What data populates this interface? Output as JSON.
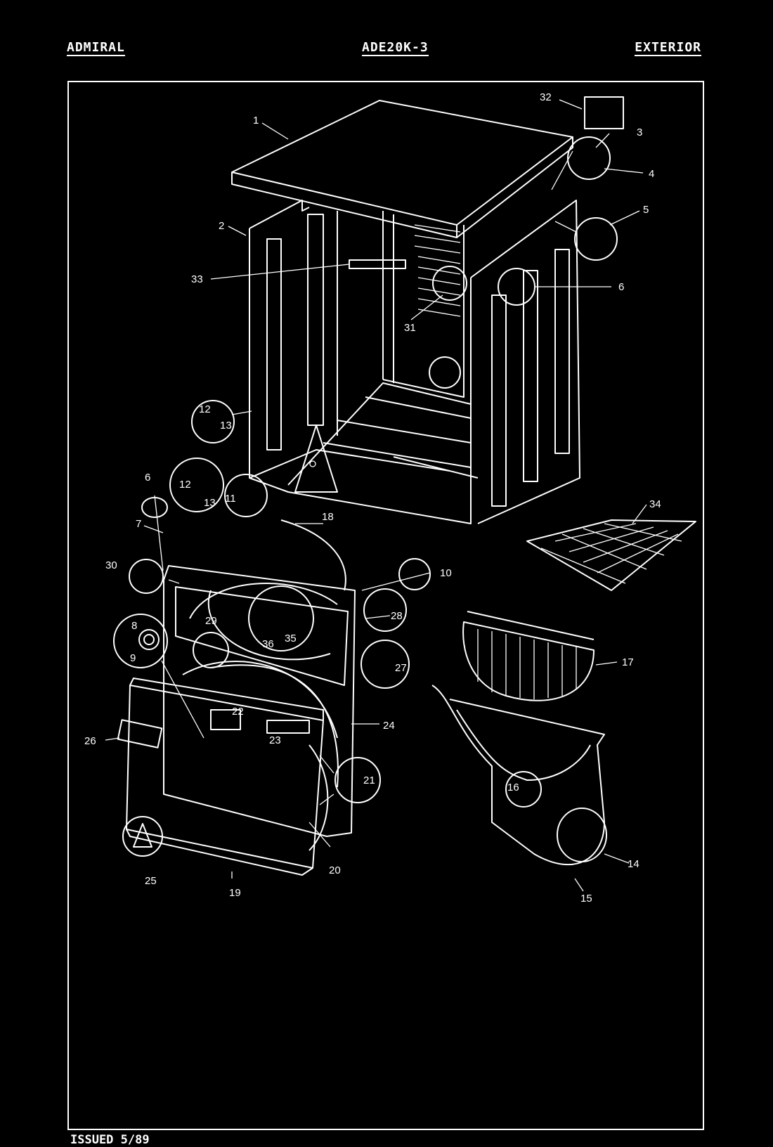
{
  "header": {
    "brand": "ADMIRAL",
    "model": "ADE20K-3",
    "section": "EXTERIOR"
  },
  "footer": {
    "issued": "ISSUED 5/89"
  },
  "callouts": [
    "1",
    "2",
    "3",
    "4",
    "5",
    "6",
    "6",
    "7",
    "8",
    "9",
    "10",
    "11",
    "12",
    "12",
    "13",
    "13",
    "14",
    "15",
    "16",
    "17",
    "18",
    "19",
    "20",
    "21",
    "22",
    "23",
    "24",
    "25",
    "26",
    "27",
    "28",
    "29",
    "30",
    "31",
    "32",
    "33",
    "34",
    "35",
    "36"
  ]
}
